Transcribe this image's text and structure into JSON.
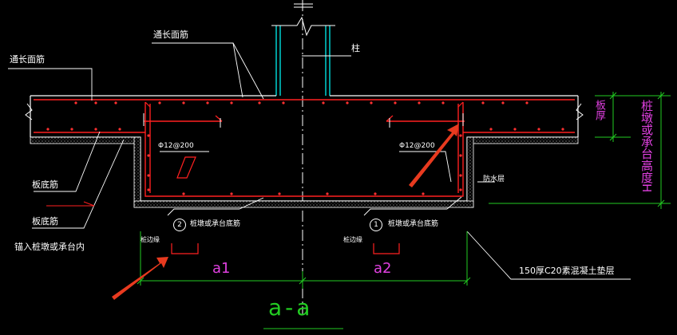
{
  "labels": {
    "top_bar_left": "通长面筋",
    "top_bar_mid": "通长面筋",
    "column": "柱",
    "slab_thickness": "板厚",
    "pile_height": "桩墩或承台高度H",
    "rebar_spec_left": "Φ12@200",
    "rebar_spec_right": "Φ12@200",
    "waterproof": "防水层",
    "slab_bottom_bar": "板底筋",
    "slab_bottom_bar_2": "板底筋",
    "anchor_note": "锚入桩墩或承台内",
    "bottom_bar_2_num": "2",
    "bottom_bar_2": "桩墩或承台底筋",
    "bottom_bar_1_num": "1",
    "bottom_bar_1": "桩墩或承台底筋",
    "edge_left": "桩边缘",
    "edge_right": "桩边缘",
    "dim_a1": "a1",
    "dim_a2": "a2",
    "cushion": "150厚C20素混凝土垫层",
    "section_title": "a-a"
  },
  "colors": {
    "background": "#000000",
    "concrete_outline": "#ffffff",
    "rebar": "#ff2020",
    "column_lines": "#00d0d0",
    "dimension": "#22cc22",
    "text_accent": "#e040e0",
    "arrow": "#e83a1f"
  }
}
